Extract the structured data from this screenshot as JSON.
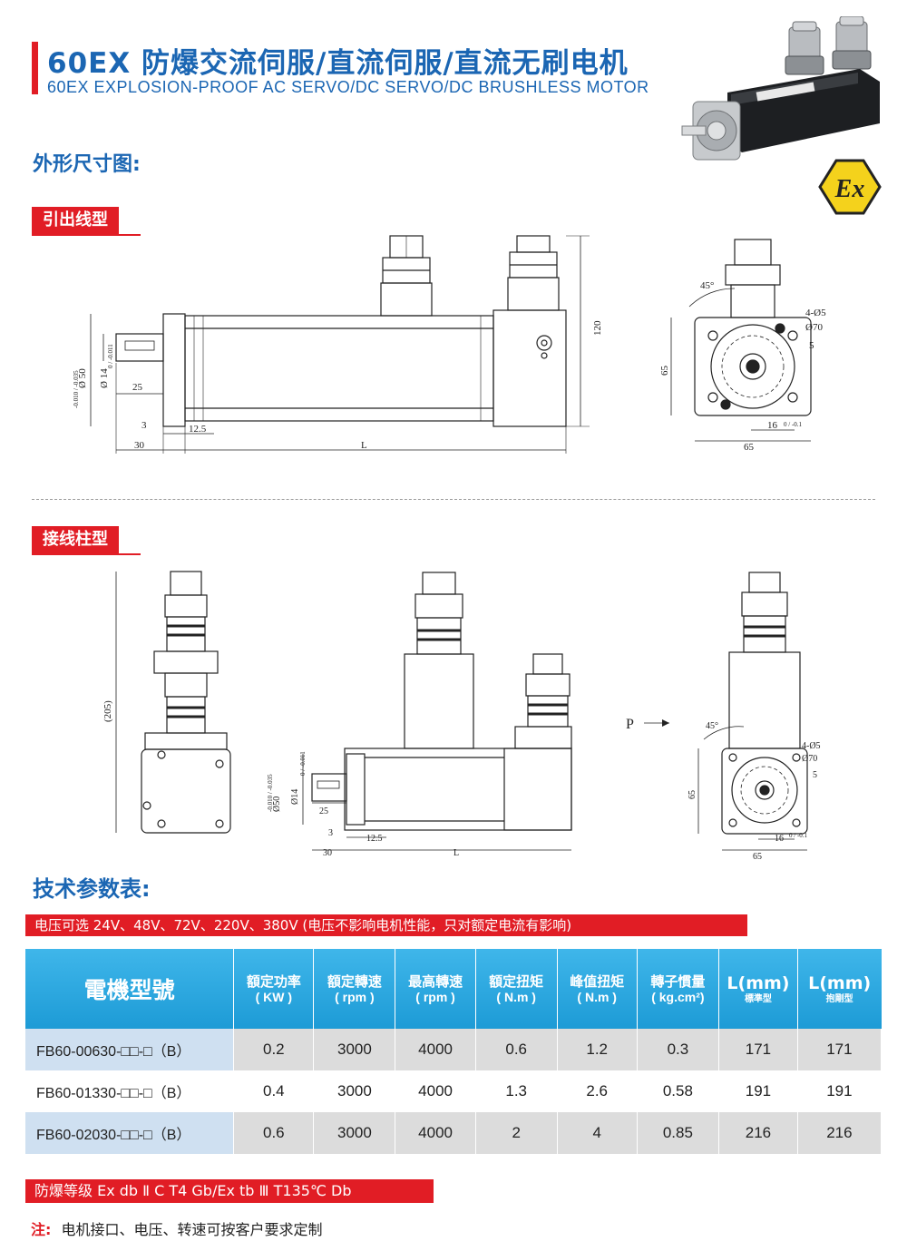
{
  "header": {
    "title": "60EX 防爆交流伺服/直流伺服/直流无刷电机",
    "subtitle": "60EX EXPLOSION-PROOF AC SERVO/DC SERVO/DC BRUSHLESS MOTOR",
    "ex_mark": "Ex"
  },
  "section_dims": {
    "heading": "外形尺寸图:"
  },
  "lead_wire": {
    "tag": "引出线型",
    "side": {
      "d50": "Ø 50",
      "d50_tol": "-0.010 / -0.035",
      "d14": "Ø 14",
      "d14_tol": "0 / -0.011",
      "dim_25": "25",
      "dim_3": "3",
      "dim_12_5": "12.5",
      "dim_30": "30",
      "dim_L": "L",
      "dim_120": "120"
    },
    "front": {
      "angle": "45°",
      "holes": "4-Ø5",
      "pcd": "Ø70",
      "key": "5",
      "dim_65v": "65",
      "dim_16": "16",
      "dim_16_tol": "0 / -0.1",
      "dim_65h": "65"
    }
  },
  "terminal": {
    "tag": "接线柱型",
    "top": {
      "dim_205": "(205)"
    },
    "side": {
      "d50": "Ø50",
      "d50_tol": "-0.010 / -0.035",
      "d14": "Ø14",
      "d14_tol": "0 / -0.011",
      "dim_25": "25",
      "dim_3": "3",
      "dim_12_5": "12.5",
      "dim_30": "30",
      "dim_L": "L"
    },
    "front": {
      "p_label": "P",
      "angle": "45°",
      "holes": "4-Ø5",
      "pcd": "Ø70",
      "key": "5",
      "dim_65v": "65",
      "dim_16": "16",
      "dim_16_tol": "0 / -0.1",
      "dim_65h": "65"
    }
  },
  "section_params": {
    "heading": "技术参数表:",
    "voltage_note": "电压可选  24V、48V、72V、220V、380V (电压不影响电机性能，只对额定电流有影响)"
  },
  "table": {
    "headers": [
      {
        "l1": "電機型號"
      },
      {
        "l1": "額定功率",
        "l2": "( KW )"
      },
      {
        "l1": "額定轉速",
        "l2": "( rpm )"
      },
      {
        "l1": "最高轉速",
        "l2": "( rpm )"
      },
      {
        "l1": "額定扭矩",
        "l2": "( N.m )"
      },
      {
        "l1": "峰值扭矩",
        "l2": "( N.m )"
      },
      {
        "l1": "轉子慣量",
        "l2": "( kg.cm²)"
      },
      {
        "l1": "L(mm)",
        "l2": "標準型"
      },
      {
        "l1": "L(mm)",
        "l2": "抱剛型"
      }
    ],
    "rows": [
      [
        "FB60-00630-□□-□（B）",
        "0.2",
        "3000",
        "4000",
        "0.6",
        "1.2",
        "0.3",
        "171",
        "171"
      ],
      [
        "FB60-01330-□□-□（B）",
        "0.4",
        "3000",
        "4000",
        "1.3",
        "2.6",
        "0.58",
        "191",
        "191"
      ],
      [
        "FB60-02030-□□-□（B）",
        "0.6",
        "3000",
        "4000",
        "2",
        "4",
        "0.85",
        "216",
        "216"
      ]
    ]
  },
  "explosion_grade": "防爆等级  Ex db  Ⅱ C  T4  Gb/Ex tb  Ⅲ  T135℃ Db",
  "footer": {
    "prefix": "注:",
    "text": "电机接口、电压、转速可按客户要求定制"
  },
  "colors": {
    "brand_blue": "#1b66b3",
    "accent_red": "#e11d25",
    "table_header": "#1d9bd6",
    "ex_yellow": "#f4d21c"
  }
}
